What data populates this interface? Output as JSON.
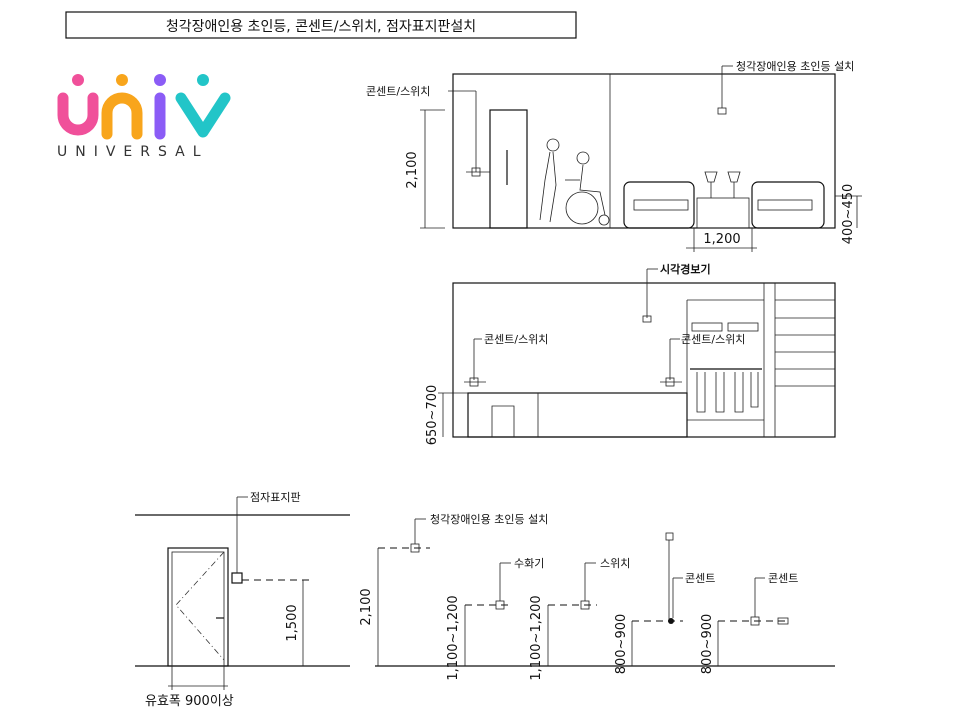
{
  "title": "청각장애인용 초인등, 콘센트/스위치, 점자표지판설치",
  "logo": {
    "letters": [
      "u",
      "n",
      "i",
      "v"
    ],
    "subtitle": "UNIVERSAL",
    "colors": [
      "#f0509a",
      "#f8a51c",
      "#8b5cf6",
      "#22c5c8"
    ]
  },
  "elevation_bedroom": {
    "outlet_switch_label": "콘센트/스위치",
    "flash_light_label": "청각장애인용 초인등 설치",
    "height_dim": "2,100",
    "bed_gap_dim": "1,200",
    "bed_height_dim": "400~450"
  },
  "elevation_desk": {
    "visual_alarm_label": "시각경보기",
    "outlet_switch_label_1": "콘센트/스위치",
    "outlet_switch_label_2": "콘센트/스위치",
    "desk_height_dim": "650~700"
  },
  "door_sign": {
    "braille_sign_label": "점자표지판",
    "sign_height_dim": "1,500",
    "door_width_label": "유효폭 900이상"
  },
  "device_heights": {
    "flash_light_label": "청각장애인용 초인등 설치",
    "flash_light_dim": "2,100",
    "receiver_label": "수화기",
    "receiver_dim": "1,100~1,200",
    "switch_label": "스위치",
    "switch_dim": "1,100~1,200",
    "outlet_label_1": "콘센트",
    "outlet_dim_1": "800~900",
    "outlet_label_2": "콘센트",
    "outlet_dim_2": "800~900"
  }
}
